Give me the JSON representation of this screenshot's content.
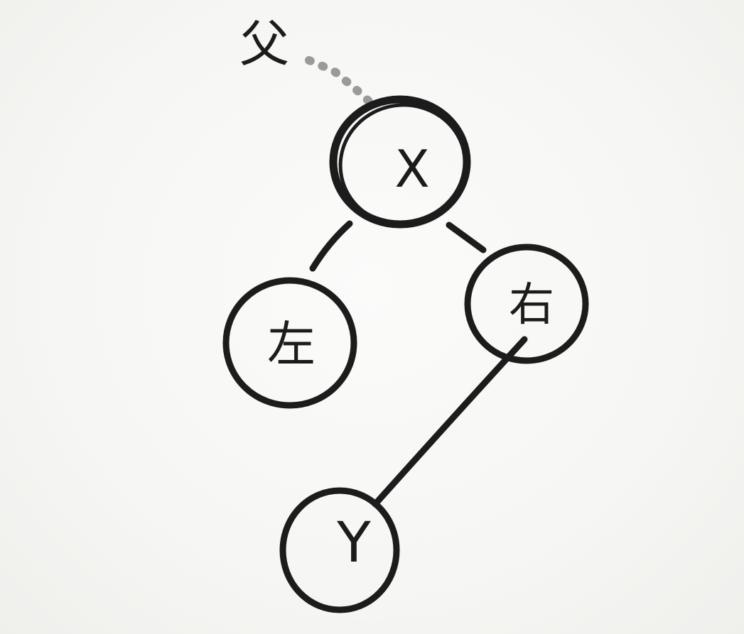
{
  "tree": {
    "parent_label": "父",
    "nodes": {
      "x": {
        "label": "X"
      },
      "left": {
        "label": "左"
      },
      "right": {
        "label": "右"
      },
      "y": {
        "label": "Y"
      }
    }
  },
  "colors": {
    "ink": "#1c1c1c",
    "dotted_link": "#9a9a9a",
    "background": "#f6f6f4"
  }
}
